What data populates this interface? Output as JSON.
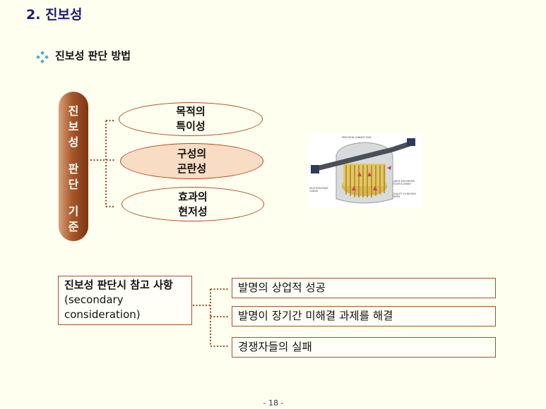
{
  "title": "2. 진보성",
  "subtitle": {
    "icon": "four-diamond-bullet-icon",
    "text": "진보성 판단 방법"
  },
  "pillar": {
    "chars": [
      "진",
      "보",
      "성",
      "판",
      "단",
      "기",
      "준"
    ]
  },
  "criteria": [
    {
      "line1": "목적의",
      "line2": "특이성",
      "highlighted": false
    },
    {
      "line1": "구성의",
      "line2": "곤란성",
      "highlighted": true
    },
    {
      "line1": "효과의",
      "line2": "현저성",
      "highlighted": false
    }
  ],
  "image": {
    "labels": [
      "PRECISION CONNECTIONS",
      "LARGE ERGONOMIC FILTER ELEMENT",
      "HEAT RESISTANT CASING",
      "QUALITY 10 MICRON PAPER"
    ]
  },
  "reference": {
    "bold": "진보성 판단시 참고 사항",
    "normal": " (secondary consideration)"
  },
  "reference_items": [
    "발명의 상업적 성공",
    "발명이 장기간 미해결 과제를 해결",
    "경쟁자들의 실패"
  ],
  "page_number": "- 18 -",
  "colors": {
    "title": "#1a1a78",
    "border": "#a0522d",
    "highlight_fill": "#f9dcc4",
    "background": "#fffff0"
  }
}
